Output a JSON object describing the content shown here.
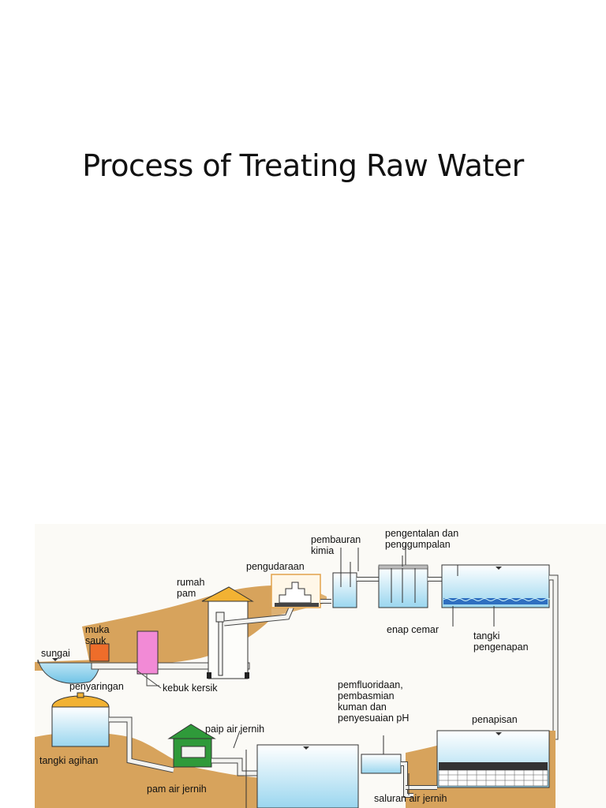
{
  "slide": {
    "title": "Process of Treating Raw Water"
  },
  "diagram": {
    "labels": {
      "sungai": "sungai",
      "muka_sauk_1": "muka",
      "muka_sauk_2": "sauk",
      "penyaringan": "penyaringan",
      "kebuk_kersik": "kebuk kersik",
      "rumah_pam_1": "rumah",
      "rumah_pam_2": "pam",
      "pengudaraan": "pengudaraan",
      "pembauran_1": "pembauran",
      "pembauran_2": "kimia",
      "pengentalan_1": "pengentalan dan",
      "pengentalan_2": "penggumpalan",
      "enap_cemar": "enap cemar",
      "tangki_pengenapan_1": "tangki",
      "tangki_pengenapan_2": "pengenapan",
      "pemfluoridaan_1": "pemfluoridaan,",
      "pemfluoridaan_2": "pembasmian",
      "pemfluoridaan_3": "kuman dan",
      "pemfluoridaan_4": "penyesuaian pH",
      "penapisan": "penapisan",
      "paip_air_jernih": "paip air jernih",
      "tangki_agihan": "tangki agihan",
      "pam_air_jernih": "pam air jernih",
      "saluran_air_jernih": "saluran air jernih"
    },
    "colors": {
      "ground": "#d7a35c",
      "water": "#8cd2ec",
      "pipe": "#f3f3f0",
      "roof": "#f2b233",
      "green_house": "#2f9a3a",
      "intake": "#ee6d2a",
      "grit_chamber": "#f28ad6",
      "filter_bed": "#333333"
    }
  }
}
